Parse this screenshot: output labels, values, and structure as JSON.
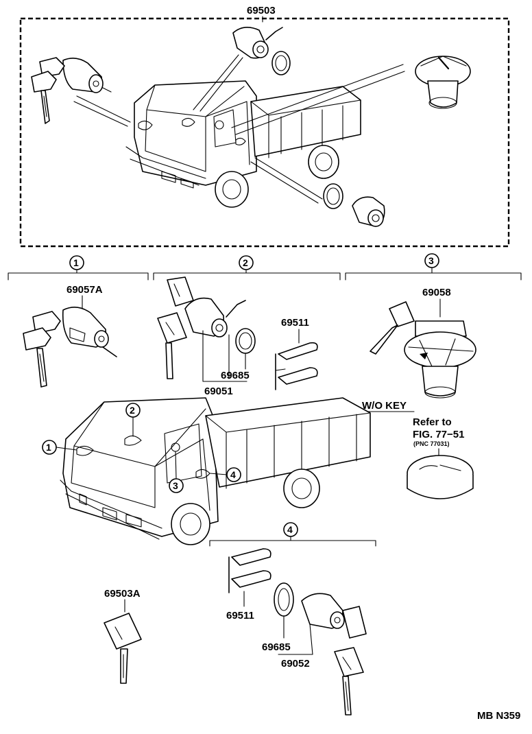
{
  "top_box_label": "69503",
  "groups": [
    {
      "num": "1"
    },
    {
      "num": "2"
    },
    {
      "num": "3"
    },
    {
      "num": "4"
    }
  ],
  "parts": {
    "p69057a": "69057A",
    "p69058": "69058",
    "p69511_top": "69511",
    "p69685_top": "69685",
    "p69051": "69051",
    "p69503a": "69503A",
    "p69511_bottom": "69511",
    "p69685_bottom": "69685",
    "p69052": "69052"
  },
  "wo_key": "W/O KEY",
  "refer": {
    "line1": "Refer to",
    "line2": "FIG. 77−51",
    "line3": "(PNC 77031)"
  },
  "truck_callouts": [
    "1",
    "2",
    "3",
    "4"
  ],
  "fig_code": "MB N359"
}
